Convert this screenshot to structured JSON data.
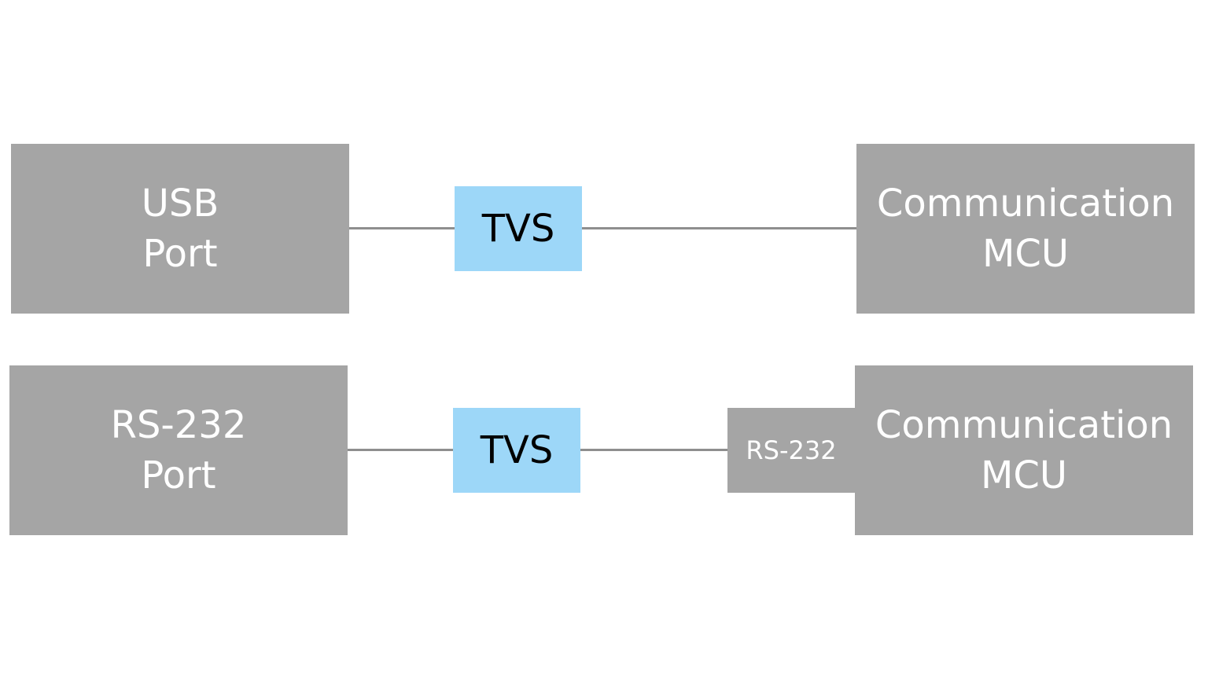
{
  "colors": {
    "block_gray": "#a5a5a5",
    "tvs_blue": "#9dd7f8",
    "wire": "#8e8e8e",
    "block_text": "#ffffff",
    "tvs_text": "#000000"
  },
  "row1": {
    "port_line1": "USB",
    "port_line2": "Port",
    "tvs": "TVS",
    "mcu_line1": "Communication",
    "mcu_line2": "MCU"
  },
  "row2": {
    "port_line1": "RS-232",
    "port_line2": "Port",
    "tvs": "TVS",
    "transceiver": "RS-232",
    "mcu_line1": "Communication",
    "mcu_line2": "MCU"
  }
}
